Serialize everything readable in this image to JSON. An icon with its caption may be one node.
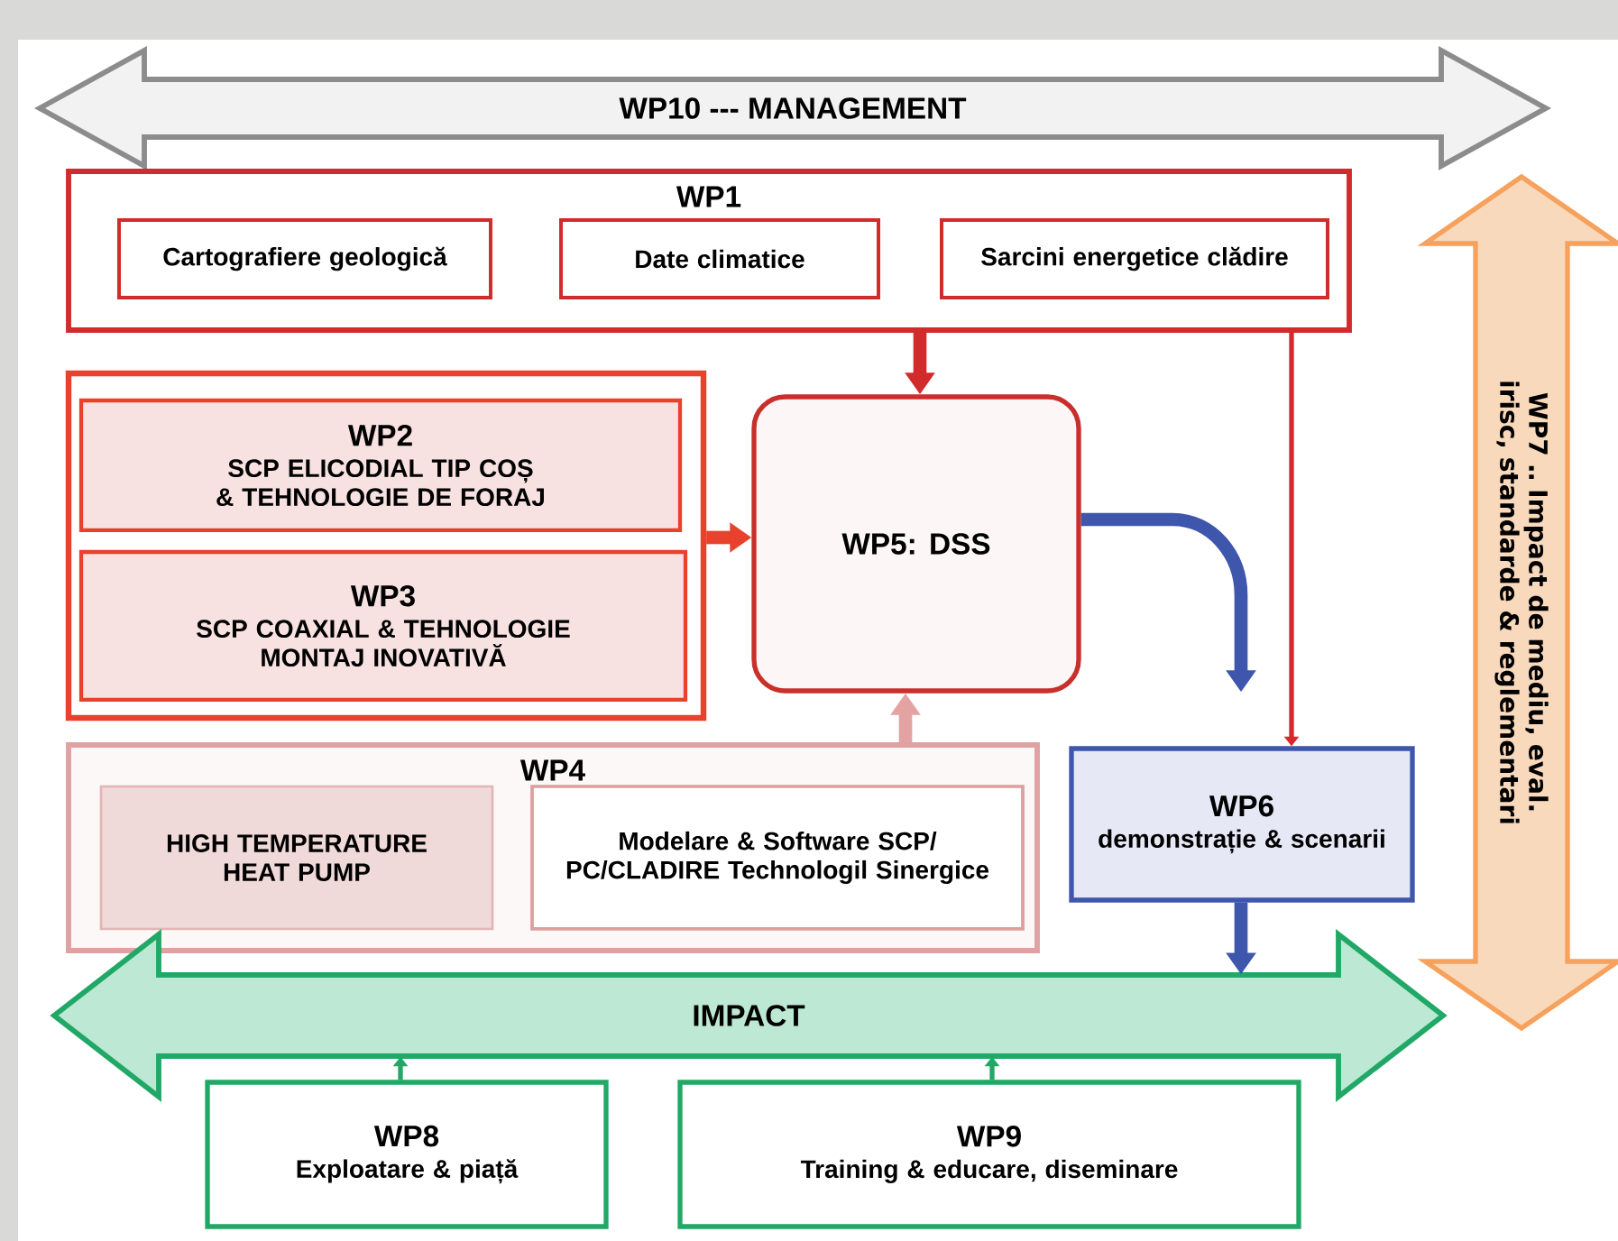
{
  "diagram": {
    "nodes": [
      {
        "text": [
          "WP10 --- MANAGEMENT"
        ]
      },
      {
        "text": [
          "WP1"
        ]
      },
      {
        "text": [
          "Cartografiere geologică"
        ],
        "in": 1
      },
      {
        "text": [
          "Date climatice"
        ],
        "in": 1
      },
      {
        "text": [
          "Sarcini energetice clădire"
        ],
        "in": 1
      },
      {
        "text": [],
        "shape": "box"
      },
      {
        "text": [
          "WP2",
          "SCP ELICODIAL TIP COȘ & TEHNOLOGIE DE FORAJ"
        ],
        "in": 5
      },
      {
        "text": [
          "WP3",
          "SCP COAXIAL & TEHNOLOGIE MONTAJ INOVATIVĂ"
        ],
        "in": 5
      },
      {
        "text": [
          "WP5: DSS"
        ]
      },
      {
        "text": [
          "WP4"
        ]
      },
      {
        "text": [
          "HIGH TEMPERATURE HEAT PUMP"
        ],
        "in": 9
      },
      {
        "text": [
          "Modelare & Software SCP/ PC/CLADIRE Technologil Sinergice"
        ],
        "in": 9
      },
      {
        "text": [
          "WP6",
          "demonstrație & scenarii"
        ]
      },
      {
        "text": [
          "WP7 ‥ Impact de mediu, eval. irisc, standarde & reglementari"
        ]
      },
      {
        "text": [
          "IMPACT"
        ]
      },
      {
        "text": [
          "WP8",
          "Exploatare & piață"
        ]
      },
      {
        "text": [
          "WP9",
          "Training & educare, diseminare"
        ]
      }
    ],
    "edges": [
      {
        "from": 1,
        "to": 8,
        "arrow": "to",
        "color": "#d22b2b"
      },
      {
        "from": 5,
        "to": 8,
        "arrow": "to",
        "color": "#e8412c"
      },
      {
        "from": 9,
        "to": 8,
        "arrow": "to",
        "color": "#e3a3a3"
      },
      {
        "from": 8,
        "to": 12,
        "arrow": "to",
        "color": "#3f56ad"
      },
      {
        "from": 1,
        "to": 12,
        "arrow": "to",
        "color": "#d22b2b"
      },
      {
        "from": 12,
        "to": 14,
        "arrow": "to",
        "color": "#3f56ad"
      },
      {
        "from": 15,
        "to": 14,
        "arrow": "to",
        "color": "#21a866"
      },
      {
        "from": 16,
        "to": 14,
        "arrow": "to",
        "color": "#21a866"
      }
    ]
  }
}
